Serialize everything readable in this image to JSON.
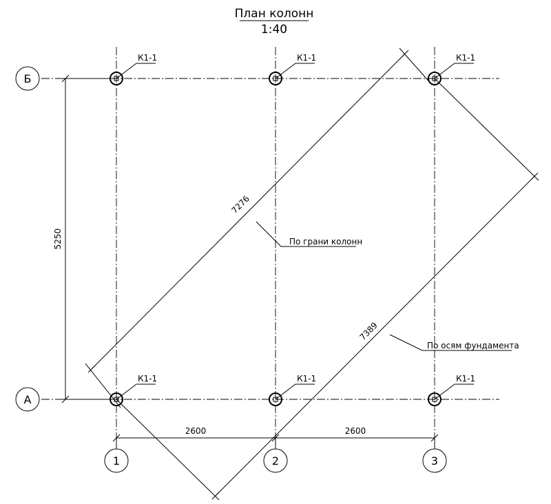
{
  "title": "План колонн",
  "scale": "1:40",
  "column_label": "К1-1",
  "axes": {
    "letters": [
      "Б",
      "А"
    ],
    "numbers": [
      "1",
      "2",
      "3"
    ]
  },
  "dimensions": {
    "vertical": "5250",
    "span_1_2": "2600",
    "span_2_3": "2600",
    "diagonal_faces": "7276",
    "diagonal_axes": "7389"
  },
  "notes": {
    "faces": "По грани колонн",
    "axes": "По осям фундамента"
  }
}
